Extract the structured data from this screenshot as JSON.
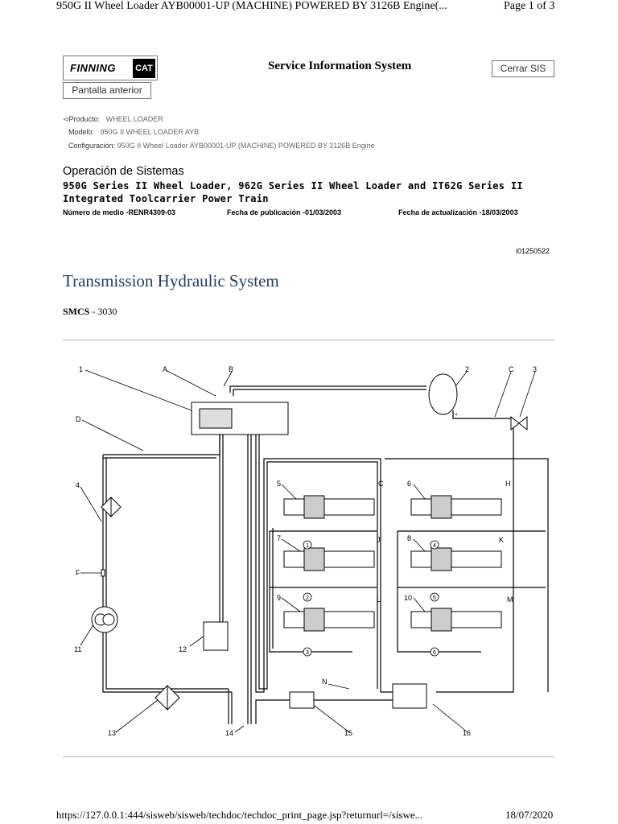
{
  "print_header": {
    "title": "950G II Wheel Loader AYB00001-UP (MACHINE) POWERED BY 3126B Engine(...",
    "page": "Page 1 of 3"
  },
  "logo": {
    "brand": "FINNING",
    "cat": "CAT"
  },
  "sis_title": "Service Information System",
  "buttons": {
    "cerrar": "Cerrar SIS",
    "pantalla": "Pantalla anterior"
  },
  "meta": {
    "producto_label": "Producto:",
    "producto_value": "WHEEL LOADER",
    "modelo_label": "Modelo:",
    "modelo_value": "950G II WHEEL LOADER AYB",
    "config_label": "Configuración:",
    "config_value": "950G II Wheel Loader AYB00001-UP (MACHINE) POWERED BY 3126B Engine"
  },
  "section_title": "Operación de Sistemas",
  "doc_title_line1": "950G Series II Wheel Loader, 962G Series II Wheel Loader and IT62G Series II",
  "doc_title_line2": "Integrated Toolcarrier Power Train",
  "publication": {
    "medio": "Número de medio -RENR4309-03",
    "fecha_pub": "Fecha de publicación -01/03/2003",
    "fecha_act": "Fecha de actualización -18/03/2003"
  },
  "doc_id": "i01250522",
  "heading": "Transmission Hydraulic System",
  "smcs_label": "SMCS",
  "smcs_value": " - 3030",
  "diagram_labels": {
    "n1": "1",
    "n2": "2",
    "n3": "3",
    "n4": "4",
    "n5": "5",
    "n6": "6",
    "n7": "7",
    "n8": "8",
    "n9": "9",
    "n10": "10",
    "n11": "11",
    "n12": "12",
    "n13": "13",
    "n14": "14",
    "n15": "15",
    "n16": "16",
    "A": "A",
    "B": "B",
    "C": "C",
    "C2": "C",
    "D": "D",
    "F": "F",
    "H": "H",
    "J": "J",
    "K": "K",
    "L": "L",
    "M": "M",
    "N": "N",
    "c1": "1",
    "c2": "2",
    "c3": "3",
    "c4": "4",
    "c5": "5",
    "c6": "6"
  },
  "print_footer": {
    "url": "https://127.0.0.1:444/sisweb/sisweb/techdoc/techdoc_print_page.jsp?returnurl=/siswe...",
    "date": "18/07/2020"
  }
}
